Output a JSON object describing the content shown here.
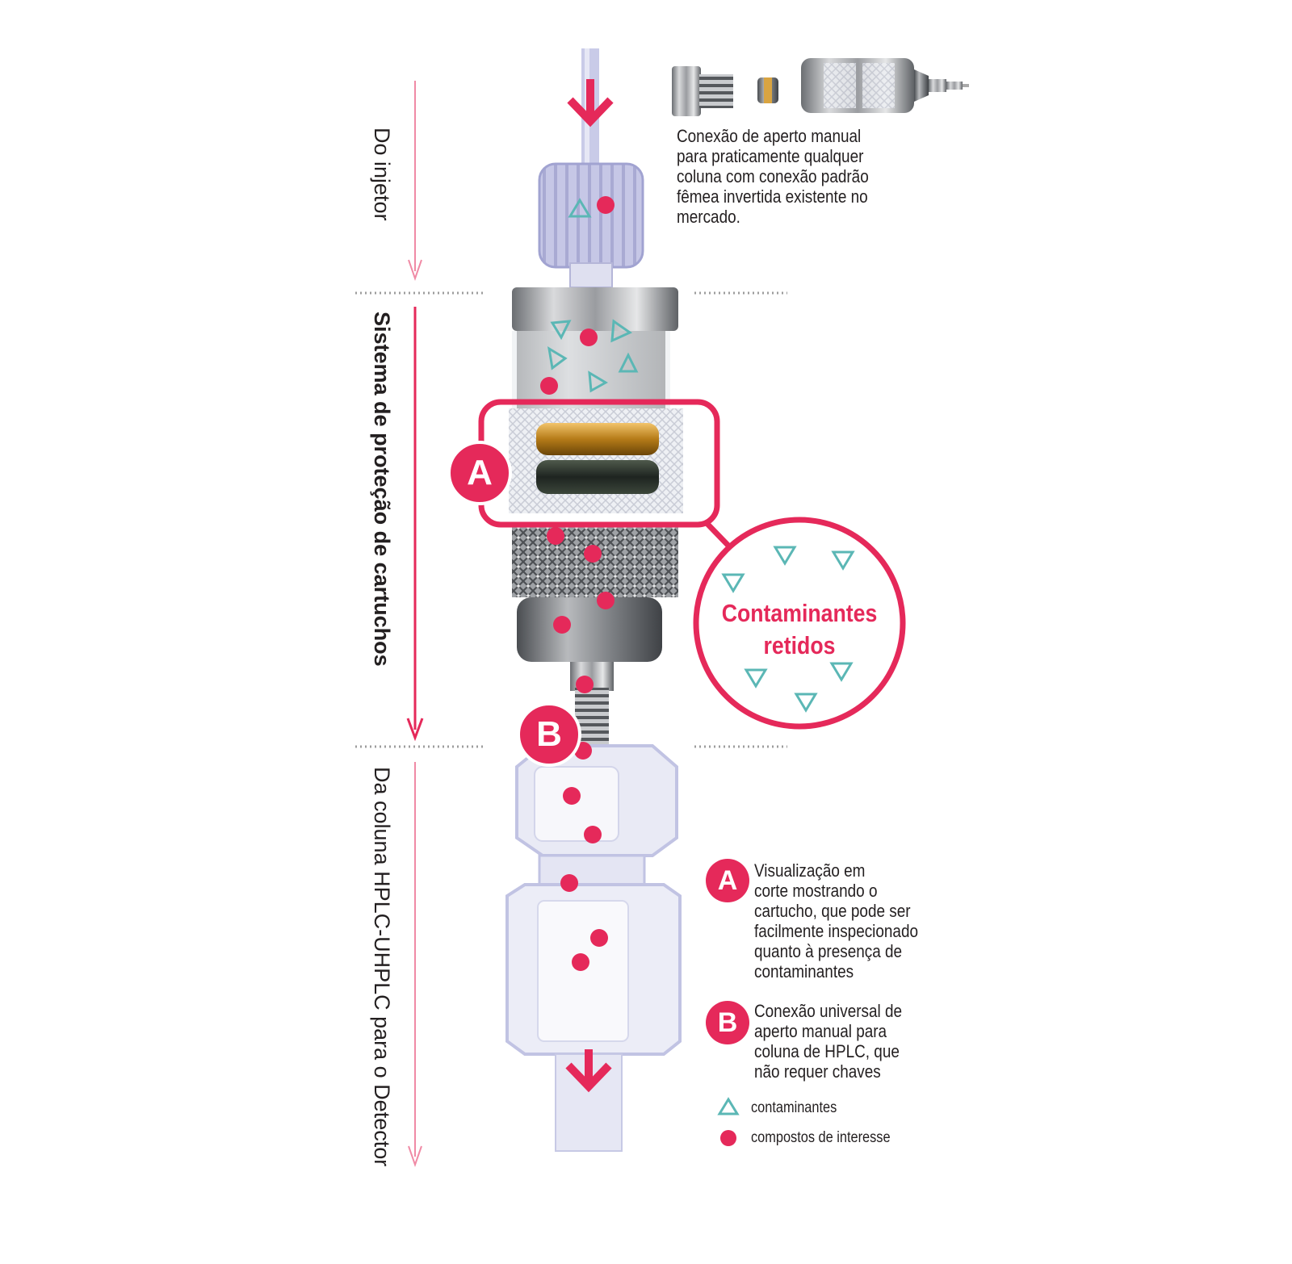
{
  "labels": {
    "from_injector": "Do injetor",
    "protection_system": "Sistema de proteção de cartuchos",
    "to_detector": "Da coluna HPLC-UHPLC para o Detector"
  },
  "top_note": {
    "lines": [
      "Conexão de aperto manual",
      "para praticamente qualquer",
      "coluna com conexão padrão",
      "fêmea invertida existente no",
      "mercado."
    ]
  },
  "callout": {
    "a_badge": "A",
    "b_badge": "B",
    "bubble_line1": "Contaminantes",
    "bubble_line2": "retidos"
  },
  "notes": {
    "a": {
      "badge": "A",
      "lines": [
        "Visualização em",
        "corte mostrando o",
        "cartucho, que pode ser",
        "facilmente inspecionado",
        "quanto à presença de",
        "contaminantes"
      ]
    },
    "b": {
      "badge": "B",
      "lines": [
        "Conexão universal de",
        "aperto manual para",
        "coluna de HPLC, que",
        "não requer chaves"
      ]
    }
  },
  "legend": {
    "contaminants": "contaminantes",
    "compounds": "compostos de interesse"
  },
  "colors": {
    "accent": "#e5295a",
    "light_accent": "#f08aa5",
    "teal": "#5bb7b5"
  }
}
